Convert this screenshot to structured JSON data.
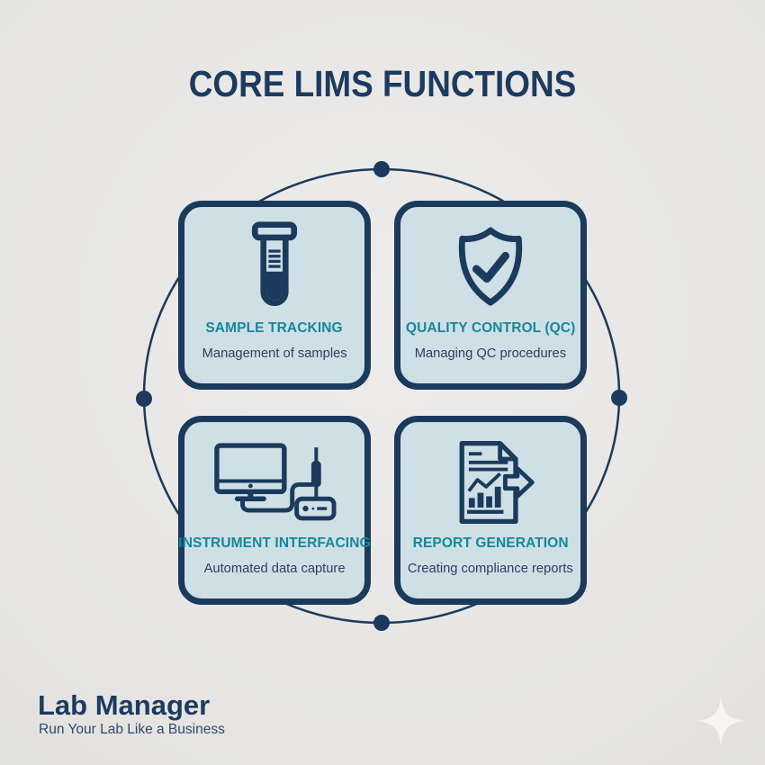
{
  "title": "CORE LIMS FUNCTIONS",
  "colors": {
    "background": "#e8e7e5",
    "navy": "#1b3a5c",
    "title_navy": "#1d3a5f",
    "teal": "#15889a",
    "card_fill": "#cfdfe6",
    "subtitle_navy": "#2c405e",
    "sparkle": "#f7f6f3"
  },
  "cards": [
    {
      "icon": "test-tube-icon",
      "title": "SAMPLE TRACKING",
      "subtitle": "Management of samples"
    },
    {
      "icon": "shield-check-icon",
      "title": "QUALITY CONTROL (QC)",
      "subtitle": "Managing QC procedures"
    },
    {
      "icon": "instrument-interface-icon",
      "title": "INSTRUMENT INTERFACING",
      "subtitle": "Automated data capture"
    },
    {
      "icon": "report-document-icon",
      "title": "REPORT GENERATION",
      "subtitle": "Creating compliance reports"
    }
  ],
  "footer": {
    "brand": "Lab Manager",
    "tagline": "Run Your Lab Like a Business"
  }
}
